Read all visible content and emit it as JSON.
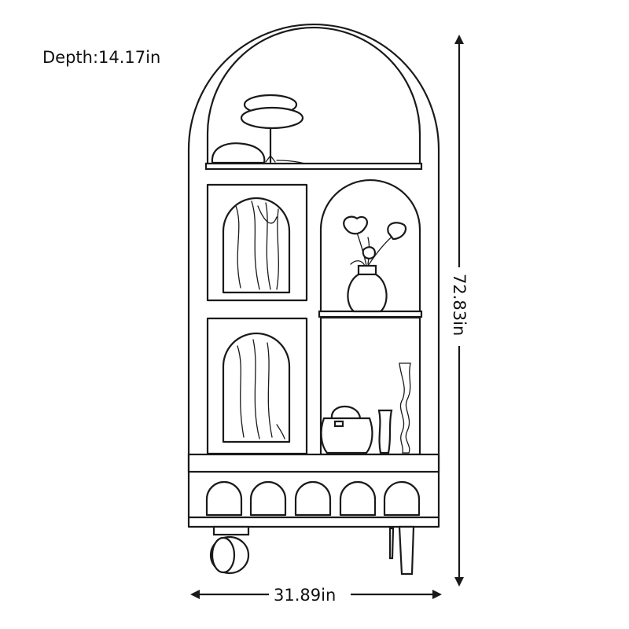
{
  "dimensions": {
    "depth": "Depth:14.17in",
    "height": "72.83in",
    "width": "31.89in"
  },
  "colors": {
    "line": "#1a1a1a",
    "background": "#ffffff"
  }
}
